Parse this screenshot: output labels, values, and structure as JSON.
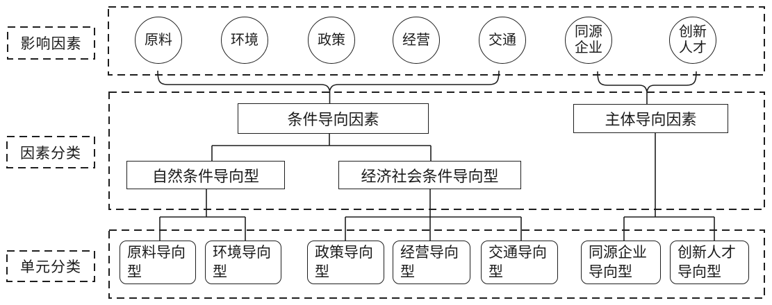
{
  "colors": {
    "line": "#1d1d1d",
    "text": "#1a1a1a",
    "background": "#ffffff"
  },
  "row_labels": [
    "影响因素",
    "因素分类",
    "单元分类"
  ],
  "influence_factors": [
    "原料",
    "环境",
    "政策",
    "经营",
    "交通",
    "同源企业",
    "创新人才"
  ],
  "factor_categories": {
    "condition": "条件导向因素",
    "subject": "主体导向因素",
    "natural": "自然条件导向型",
    "socioeconomic": "经济社会条件导向型"
  },
  "unit_categories": [
    "原料导向型",
    "环境导向型",
    "政策导向型",
    "经营导向型",
    "交通导向型",
    "同源企业导向型",
    "创新人才导向型"
  ]
}
